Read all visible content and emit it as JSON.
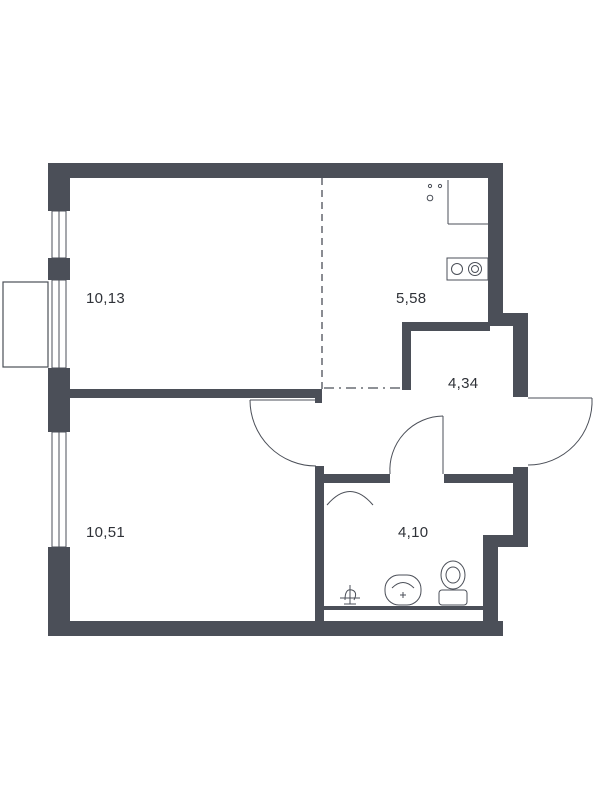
{
  "plan": {
    "rooms": [
      {
        "id": "room-large",
        "area": "10,13"
      },
      {
        "id": "kitchen",
        "area": "5,58"
      },
      {
        "id": "hall",
        "area": "4,34"
      },
      {
        "id": "room-small",
        "area": "10,51"
      },
      {
        "id": "bathroom",
        "area": "4,10"
      }
    ]
  },
  "colors": {
    "wall": "#4b4f58",
    "background": "#ffffff"
  }
}
